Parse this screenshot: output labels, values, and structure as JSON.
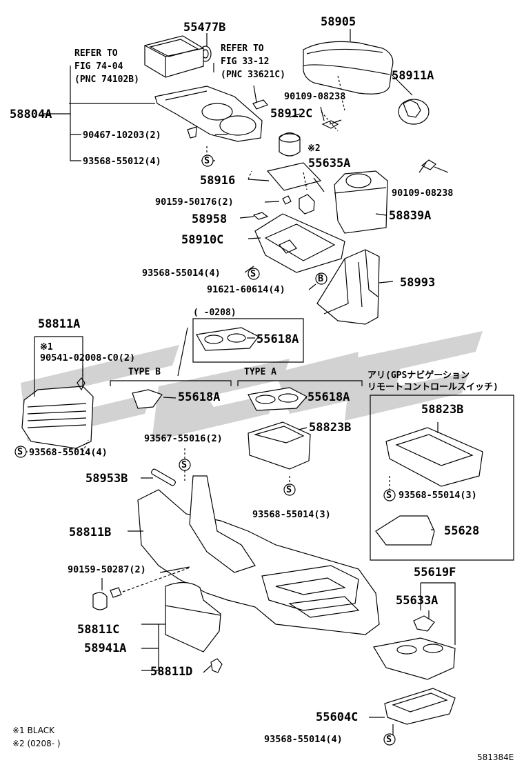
{
  "diagram_id": "581384E",
  "parts": {
    "p55477B": "55477B",
    "p58905": "58905",
    "p58911A": "58911A",
    "p90109_1": "90109-08238",
    "p58912C": "58912C",
    "p58804A": "58804A",
    "p90467": "90467-10203(2)",
    "p93568_12": "93568-55012(4)",
    "p55635A": "55635A",
    "p58916": "58916",
    "p90109_2": "90109-08238",
    "p90159_176": "90159-50176(2)",
    "p58839A": "58839A",
    "p58958": "58958",
    "p58910C": "58910C",
    "p93568_14a": "93568-55014(4)",
    "p91621": "91621-60614(4)",
    "p58993": "58993",
    "p58811A": "58811A",
    "p90541": "90541-02008-C0(2)",
    "p55618A_1": "55618A",
    "p55618A_2": "55618A",
    "p55618A_3": "55618A",
    "p58823B_1": "58823B",
    "p58823B_2": "58823B",
    "p93568_14b": "93568-55014(4)",
    "p93567": "93567-55016(2)",
    "p58953B": "58953B",
    "p93568_14c": "93568-55014(3)",
    "p93568_14d": "93568-55014(3)",
    "p55628": "55628",
    "p58811B": "58811B",
    "p90159_287": "90159-50287(2)",
    "p58811C": "58811C",
    "p58941A": "58941A",
    "p58811D": "58811D",
    "p55619F": "55619F",
    "p55633A": "55633A",
    "p55604C": "55604C",
    "p93568_14e": "93568-55014(4)"
  },
  "notes": {
    "refer1_l1": "REFER TO",
    "refer1_l2": "FIG 74-04",
    "refer1_l3": "(PNC 74102B)",
    "refer2_l1": "REFER TO",
    "refer2_l2": "FIG 33-12",
    "refer2_l3": "(PNC 33621C)",
    "mark2": "※2",
    "mark1": "※1",
    "date_range": "(      -0208)",
    "type_b": "TYPE B",
    "type_a": "TYPE A",
    "gps_l1": "アリ(GPSナビゲーション",
    "gps_l2": "リモートコントロールスイッチ)",
    "s_mark": "S",
    "b_mark": "B"
  },
  "footnotes": {
    "f1": "※1 BLACK",
    "f2": "※2 (0208-       )"
  },
  "colors": {
    "ink": "#000000",
    "watermark": "#bdbdbd"
  }
}
